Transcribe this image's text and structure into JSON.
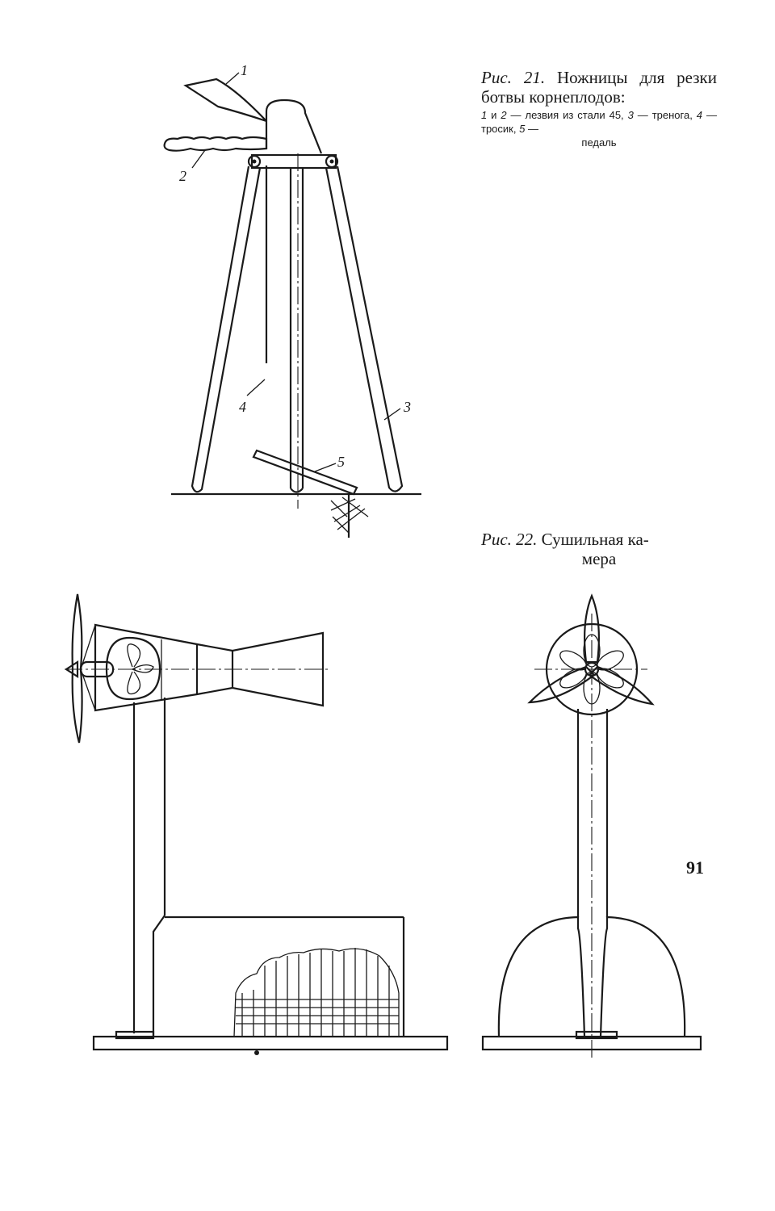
{
  "figure21": {
    "caption_prefix": "Рис. 21.",
    "caption_title": "Ножницы для резки ботвы корнеплодов:",
    "caption_line1_n1": "1",
    "caption_line1_text": "и",
    "caption_line1_n2": "2",
    "caption_line1_rest": "— лезвия из стали 45,",
    "caption_line2_n3": "3",
    "caption_line2_text": "— тренога,",
    "caption_line2_n4": "4",
    "caption_line2_text2": "— тросик,",
    "caption_line2_n5": "5",
    "caption_line2_text3": "—",
    "caption_line3": "педаль",
    "labels": {
      "l1": "1",
      "l2": "2",
      "l3": "3",
      "l4": "4",
      "l5": "5"
    }
  },
  "figure22": {
    "caption_prefix": "Рис. 22.",
    "caption_title": "Сушильная ка-",
    "caption_title_cont": "мера"
  },
  "page": {
    "number": "91"
  }
}
